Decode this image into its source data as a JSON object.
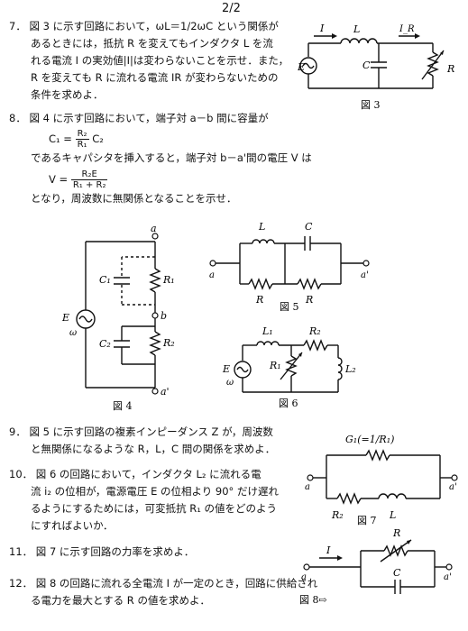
{
  "page_number": "2/2",
  "problems": [
    {
      "number": "7．",
      "lines": [
        "図 3 に示す回路において，ωL＝1/2ωC という関係が",
        "あるときには，抵抗 R を変えてもインダクタ L を流",
        "れる電流 I の実効値|I|は変わらないことを示せ．また，",
        "R を変えても R に流れる電流 IR が変わらないための",
        "条件を求めよ．"
      ]
    },
    {
      "number": "8．",
      "lines": [
        "図 4 に示す回路において，端子対 a－b 間に容量が",
        "であるキャパシタを挿入すると，端子対 b－a'間の電圧 V は",
        "となり，周波数に無関係となることを示せ．"
      ],
      "formula_c_lhs": "C₁ =",
      "formula_c_num": "R₂",
      "formula_c_den": "R₁",
      "formula_c_tail": "C₂",
      "formula_v_lhs": "V =",
      "formula_v_num": "R₂E",
      "formula_v_den": "R₁ + R₂"
    },
    {
      "number": "9．",
      "lines": [
        "図 5 に示す回路の複素インピーダンス Z が，周波数",
        "と無関係になるような R，L，C 間の関係を求めよ．"
      ]
    },
    {
      "number": "10．",
      "lines": [
        "図 6 の回路において，インダクタ L₂ に流れる電",
        "流 i₂ の位相が，電源電圧 E の位相より 90° だけ遅れ",
        "るようにするためには，可変抵抗 R₁ の値をどのよう",
        "にすればよいか．"
      ]
    },
    {
      "number": "11．",
      "lines": [
        "図 7 に示す回路の力率を求めよ．"
      ]
    },
    {
      "number": "12．",
      "lines": [
        "図 8 の回路に流れる全電流 I が一定のとき，回路に供給され",
        "る電力を最大とする R の値を求めよ．"
      ]
    }
  ],
  "figures": {
    "fig3": {
      "caption": "図 3",
      "labels": {
        "I": "I",
        "L": "L",
        "IR": "I_R",
        "E": "E",
        "C": "C",
        "R": "R"
      }
    },
    "fig4": {
      "caption": "図 4",
      "labels": {
        "a": "a",
        "b": "b",
        "a2": "a'",
        "C1": "C₁",
        "C2": "C₂",
        "R1": "R₁",
        "R2": "R₂",
        "E": "E",
        "w": "ω"
      }
    },
    "fig5": {
      "caption": "図 5",
      "labels": {
        "L": "L",
        "C": "C",
        "R_left": "R",
        "R_right": "R",
        "a": "a",
        "a2": "a'"
      }
    },
    "fig6": {
      "caption": "図 6",
      "labels": {
        "L1": "L₁",
        "R2": "R₂",
        "R1": "R₁",
        "L2": "L₂",
        "E": "E",
        "w": "ω"
      }
    },
    "fig7": {
      "caption": "図 7",
      "labels": {
        "G1": "G₁(=1/R₁)",
        "R2": "R₂",
        "L": "L",
        "a": "a",
        "a2": "a'"
      }
    },
    "fig8": {
      "caption": "図 8⇨",
      "labels": {
        "I": "I",
        "R": "R",
        "C": "C",
        "a": "a",
        "a2": "a'"
      }
    }
  }
}
